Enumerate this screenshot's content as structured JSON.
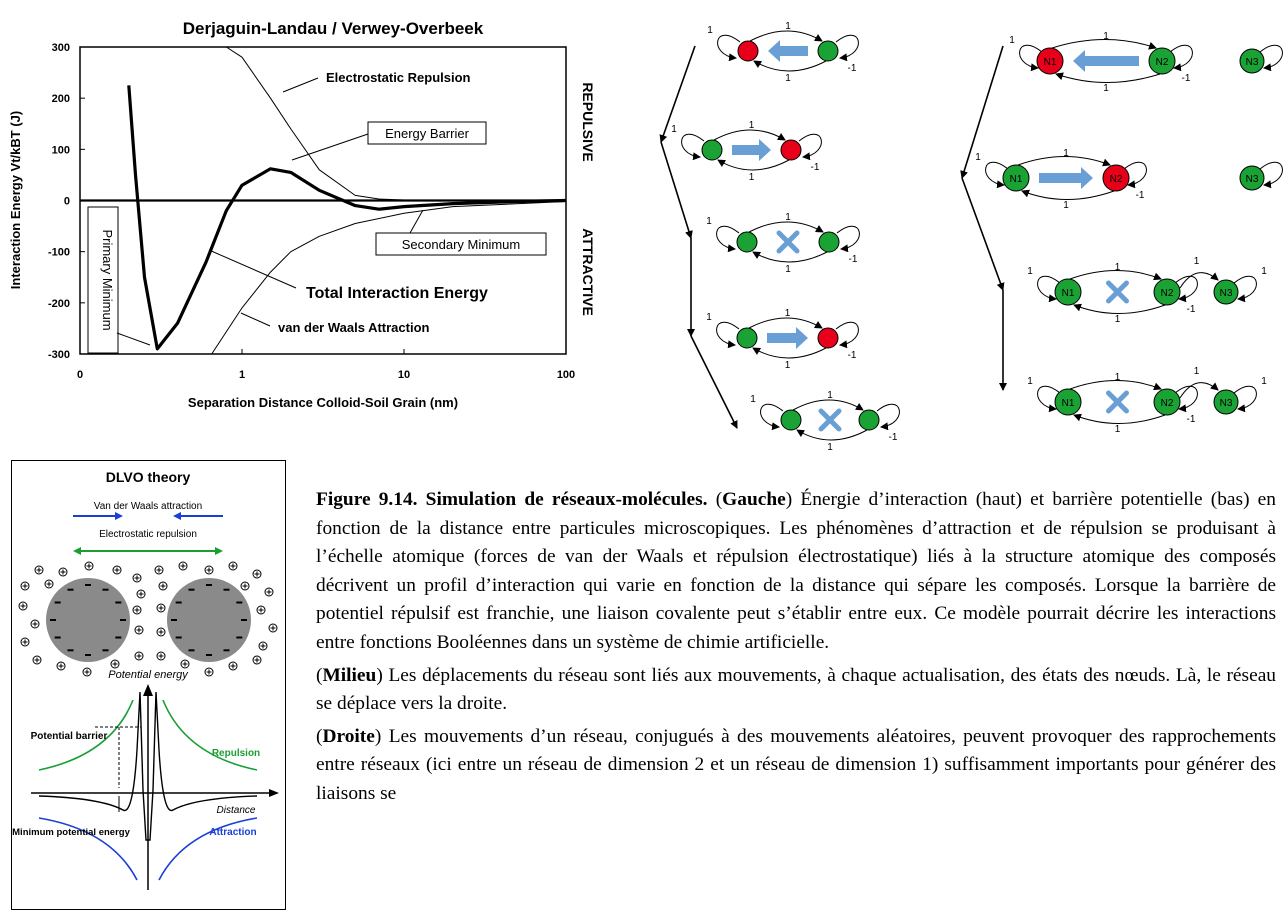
{
  "chart_data": {
    "type": "line",
    "title": "Derjaguin-Landau / Verwey-Overbeek",
    "xlabel": "Separation Distance Colloid-Soil Grain (nm)",
    "ylabel": "Interaction Energy Vt/kBT (J)",
    "x_scale": "log",
    "xlim": [
      0.1,
      100
    ],
    "ylim": [
      -300,
      300
    ],
    "x_ticks": [
      "0",
      "1",
      "10",
      "100"
    ],
    "y_ticks": [
      "300",
      "200",
      "100",
      "0",
      "-100",
      "-200",
      "-300"
    ],
    "right_labels": {
      "top": "REPULSIVE",
      "bottom": "ATTRACTIVE"
    },
    "annotations": [
      "Electrostatic Repulsion",
      "Energy Barrier",
      "Secondary Minimum",
      "Total Interaction Energy",
      "van der Waals Attraction",
      "Primary Minimum"
    ],
    "series": [
      {
        "values": [
          [
            0.2,
            225
          ],
          [
            0.22,
            50
          ],
          [
            0.25,
            -150
          ],
          [
            0.3,
            -290
          ],
          [
            0.4,
            -240
          ],
          [
            0.6,
            -120
          ],
          [
            0.8,
            -20
          ],
          [
            1.0,
            30
          ],
          [
            1.5,
            62
          ],
          [
            2.0,
            55
          ],
          [
            3.0,
            20
          ],
          [
            5.0,
            -10
          ],
          [
            7.0,
            -17
          ],
          [
            10,
            -12
          ],
          [
            20,
            -6
          ],
          [
            50,
            -2
          ],
          [
            100,
            0
          ]
        ]
      },
      {
        "values": [
          [
            0.8,
            300
          ],
          [
            1.0,
            280
          ],
          [
            1.5,
            200
          ],
          [
            2.0,
            140
          ],
          [
            3.0,
            60
          ],
          [
            5.0,
            10
          ],
          [
            7.0,
            3
          ],
          [
            10,
            1
          ],
          [
            100,
            0
          ]
        ]
      },
      {
        "values": [
          [
            0.65,
            -300
          ],
          [
            1.0,
            -210
          ],
          [
            1.5,
            -140
          ],
          [
            2.0,
            -100
          ],
          [
            3.0,
            -70
          ],
          [
            5.0,
            -45
          ],
          [
            10,
            -25
          ],
          [
            20,
            -12
          ],
          [
            100,
            -2
          ]
        ]
      }
    ]
  },
  "middle_panel": {
    "edge_labels": [
      "1",
      "1",
      "1",
      "-1"
    ],
    "networks": [
      {
        "arrow": "left",
        "left_color": "#e8001a",
        "right_color": "#1aa334"
      },
      {
        "arrow": "right",
        "left_color": "#1aa334",
        "right_color": "#e8001a"
      },
      {
        "arrow": "cross",
        "left_color": "#1aa334",
        "right_color": "#1aa334"
      },
      {
        "arrow": "right",
        "left_color": "#1aa334",
        "right_color": "#e8001a"
      },
      {
        "arrow": "cross",
        "left_color": "#1aa334",
        "right_color": "#1aa334"
      }
    ]
  },
  "right_panel": {
    "node_labels": [
      "N1",
      "N2",
      "N3"
    ],
    "edge_labels": [
      "1",
      "1",
      "1",
      "-1",
      "1"
    ],
    "networks": [
      {
        "arrow": "left",
        "n1_color": "#e8001a",
        "n2_color": "#1aa334",
        "n3_attached": false
      },
      {
        "arrow": "right",
        "n1_color": "#1aa334",
        "n2_color": "#e8001a",
        "n3_attached": false
      },
      {
        "arrow": "cross",
        "n1_color": "#1aa334",
        "n2_color": "#1aa334",
        "n3_attached": true
      },
      {
        "arrow": "cross",
        "n1_color": "#1aa334",
        "n2_color": "#1aa334",
        "n3_attached": true
      }
    ]
  },
  "inset": {
    "title": "DLVO theory",
    "vdw": "Van der Waals attraction",
    "electro": "Electrostatic repulsion",
    "potential_energy": "Potential energy",
    "potential_barrier": "Potential barrier",
    "repulsion": "Repulsion",
    "distance": "Distance",
    "minimum_energy": "Minimum potential energy",
    "attraction": "Attraction"
  },
  "caption": {
    "fig_label": "Figure 9.14. Simulation de réseaux-molécules.",
    "p1_lead": "Gauche",
    "p1": "Énergie d’interaction (haut) et barrière potentielle (bas) en fonction de la distance entre particules microscopiques. Les phénomènes d’attraction et de répulsion se produisant à l’échelle atomique (forces de van der Waals et répulsion électrostatique) liés à la structure atomique des composés décrivent un profil d’interaction qui varie en fonction de la distance qui sépare les composés. Lorsque la barrière de potentiel répulsif est franchie, une liaison covalente peut s’établir entre eux. Ce modèle pourrait décrire les interactions entre fonctions Booléennes dans un système de chimie artificielle.",
    "p2_lead": "Milieu",
    "p2": "Les déplacements du réseau sont liés aux mouvements, à chaque actualisation, des états des nœuds. Là, le réseau se déplace vers la droite.",
    "p3_lead": "Droite",
    "p3": "Les mouvements d’un réseau, conjugués à des mouvements aléatoires, peuvent provoquer des rapprochements entre réseaux (ici entre un réseau de dimension 2 et un réseau de dimension 1) suffisamment importants pour générer des liaisons se"
  }
}
